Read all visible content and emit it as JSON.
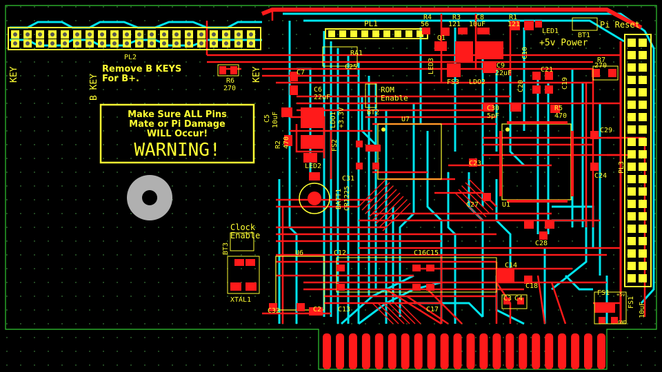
{
  "colors": {
    "background": "#000000",
    "top_copper": "#ff1a1a",
    "bottom_copper": "#00e5ee",
    "silkscreen": "#ffff33",
    "outline": "#33cc33",
    "hole": "#b0b0b0"
  },
  "labels": {
    "pl2": "PL2",
    "pl1": "PL1",
    "pl3": "PL3",
    "key_left": "KEY",
    "b_key": "B KEY",
    "key_right": "KEY",
    "remove_keys_1": "Remove B KEYS",
    "remove_keys_2": "For B+.",
    "r6": "R6",
    "r6_val": "270",
    "warn_1": "Make Sure ALL Pins",
    "warn_2": "Mate or Pi Damage",
    "warn_3": "WILL Occur!",
    "warning": "WARNING!",
    "c5": "C5",
    "c5_val": "10uF",
    "c6": "C6",
    "c6_val": "22uF",
    "c7": "C7",
    "ldo1": "LDO1",
    "ldo1_val": "+3.3V",
    "r2": "R2",
    "r2_val": "470",
    "fs2": "FS2",
    "led2": "LED2",
    "c31": "C31",
    "batt1": "BATT1",
    "batt1_val": "CR1225",
    "ra1": "RA1",
    "c25": "C25",
    "rom_enable_1": "ROM",
    "rom_enable_2": "Enable",
    "bt2": "BT2",
    "u7": "U7",
    "r4": "R4",
    "r4_val": "56",
    "r3": "R3",
    "r3_val": "121",
    "c8": "C8",
    "c8_val": "10uF",
    "r1": "R1",
    "r1_val": "121",
    "led1": "LED1",
    "bt1": "BT1",
    "pi_reset": "Pi Reset",
    "q1": "Q1",
    "led3": "LED3",
    "fs3": "FS3",
    "ldo2": "LDO2",
    "c9": "C9",
    "c9_val": "22uF",
    "c10": "C10",
    "power": "+5v Power",
    "r7": "R7",
    "r7_val": "270",
    "c20": "C20",
    "c21": "C21",
    "c19": "C19",
    "c30": "C30",
    "c30_val": "5pF",
    "r5": "R5",
    "r5_val": "470",
    "c29": "C29",
    "c24": "C24",
    "u1": "U1",
    "c27": "C27",
    "c23": "C23",
    "c28": "C28",
    "clock_1": "Clock",
    "clock_2": "Enable",
    "bt3": "BT3",
    "xtal1": "XTAL1",
    "u6": "U6",
    "c32": "C32",
    "c2": "C2",
    "c3": "C3",
    "c4": "C4",
    "c12": "C12",
    "c15": "C15",
    "c13": "C13",
    "c17": "C17",
    "c14": "C14",
    "c18": "C18",
    "c16": "C16",
    "fs1": "FS1",
    "plus5v": "+5v",
    "gnd": "GND",
    "fs1_rot": "FS1",
    "pl3_rot": "10uF"
  },
  "edge_connector": {
    "finger_count": 22
  }
}
